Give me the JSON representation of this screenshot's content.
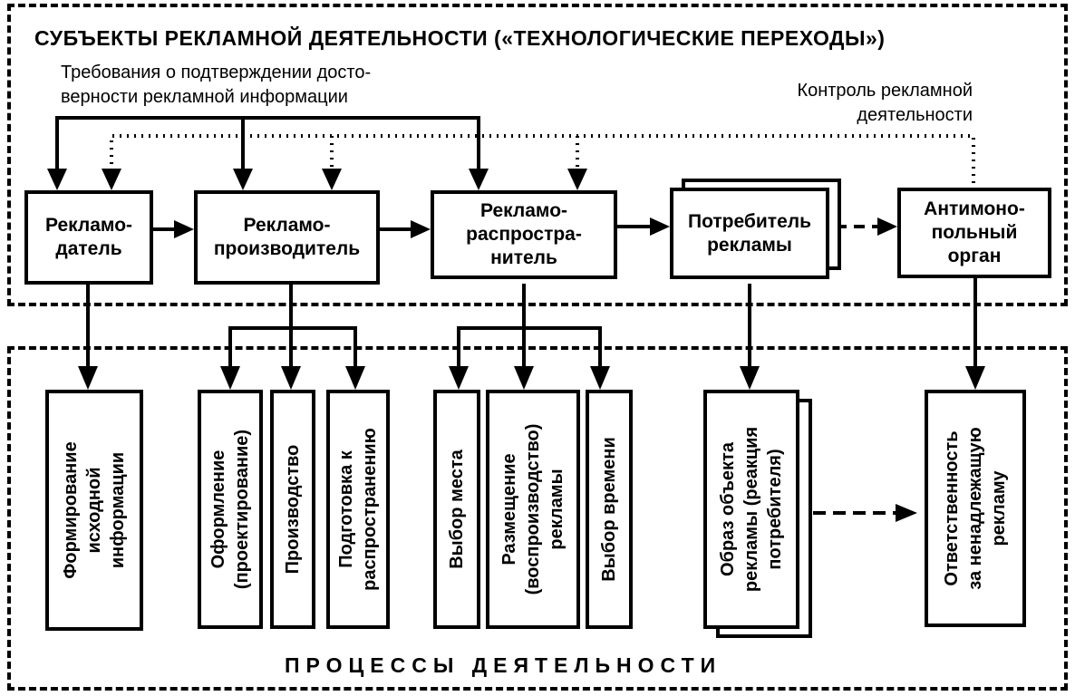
{
  "subjects": {
    "title": "СУБЪЕКТЫ РЕКЛАМНОЙ ДЕЯТЕЛЬНОСТИ («ТЕХНОЛОГИЧЕСКИЕ ПЕРЕХОДЫ»)",
    "requirement_note": "Требования о подтверждении досто-\nверности рекламной информации",
    "control_note": "Контроль рекламной\nдеятельности",
    "advertiser": "Рекламо-\nдатель",
    "producer": "Рекламо-\nпроизводитель",
    "distributor": "Рекламо-\nраспростра-\nнитель",
    "consumer": "Потребитель\nрекламы",
    "antimonopoly": "Антимоно-\nпольный\nорган"
  },
  "processes": {
    "title": "ПРОЦЕССЫ ДЕЯТЕЛЬНОСТИ",
    "forming": "Формирование\nисходной\nинформации",
    "design": "Оформление\n(проектирование)",
    "production": "Производство",
    "preparation": "Подготовка к\nраспространению",
    "place": "Выбор места",
    "placement": "Размещение\n(воспроизводство)\nрекламы",
    "time": "Выбор времени",
    "image": "Образ объекта\nрекламы (реакция\nпотребителя)",
    "responsibility": "Ответственность\nза ненадлежащую\nрекламу"
  }
}
